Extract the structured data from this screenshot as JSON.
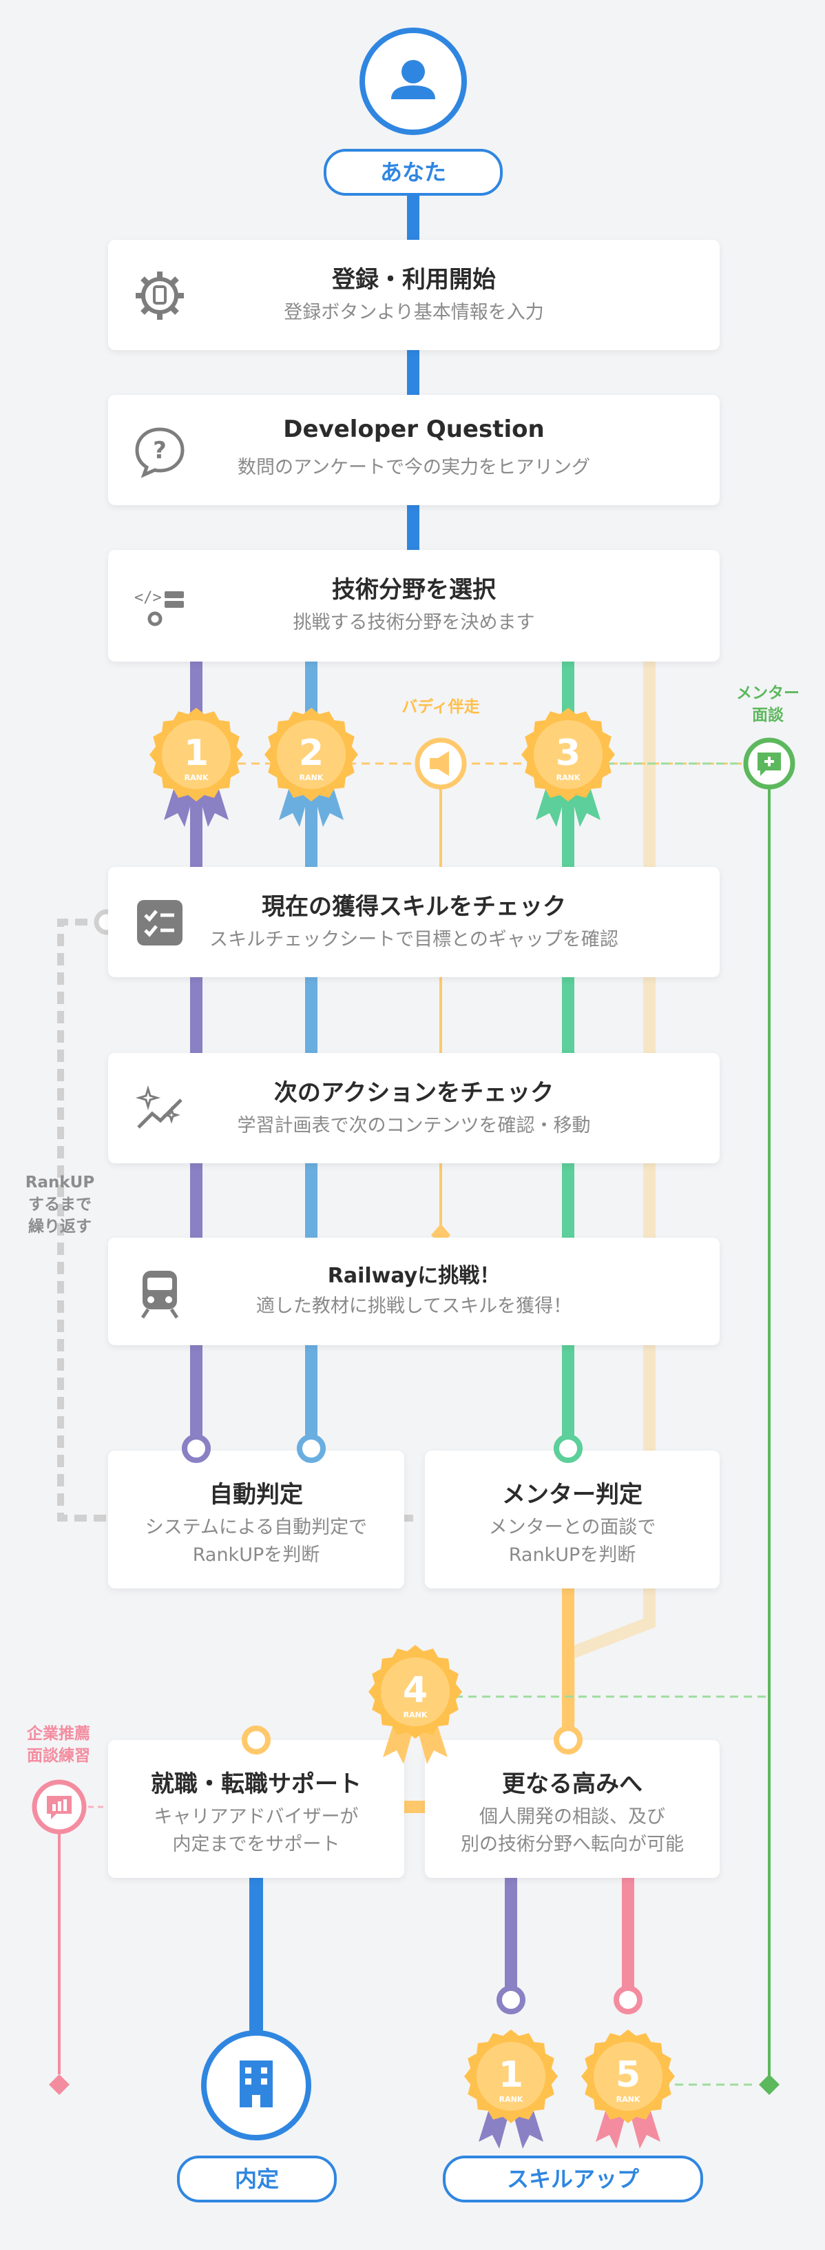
{
  "start": {
    "label": "あなた"
  },
  "cards": {
    "register": {
      "title": "登録・利用開始",
      "sub": "登録ボタンより基本情報を入力"
    },
    "question": {
      "title": "Developer Question",
      "sub": "数問のアンケートで今の実力をヒアリング"
    },
    "select": {
      "title": "技術分野を選択",
      "sub": "挑戦する技術分野を決めます"
    },
    "skillcheck": {
      "title": "現在の獲得スキルをチェック",
      "sub": "スキルチェックシートで目標とのギャップを確認"
    },
    "nextaction": {
      "title": "次のアクションをチェック",
      "sub": "学習計画表で次のコンテンツを確認・移動"
    },
    "railway": {
      "title": "Railwayに挑戦！",
      "sub": "適した教材に挑戦してスキルを獲得！"
    },
    "auto": {
      "title": "自動判定",
      "sub1": "システムによる自動判定で",
      "sub2": "RankUPを判断"
    },
    "mentorjudge": {
      "title": "メンター判定",
      "sub1": "メンターとの面談で",
      "sub2": "RankUPを判断"
    },
    "job": {
      "title": "就職・転職サポート",
      "sub1": "キャリアアドバイザーが",
      "sub2": "内定までをサポート"
    },
    "higher": {
      "title": "更なる高みへ",
      "sub1": "個人開発の相談、及び",
      "sub2": "別の技術分野へ転向が可能"
    }
  },
  "labels": {
    "buddy": "バディ伴走",
    "mentor1": "メンター",
    "mentor2": "面談",
    "loop1": "RankUP",
    "loop2": "するまで",
    "loop3": "繰り返す",
    "corp1": "企業推薦",
    "corp2": "面談練習"
  },
  "medals": {
    "rank_text": "RANK",
    "m1": "1",
    "m2": "2",
    "m3": "3",
    "m4": "4",
    "m1b": "1",
    "m5": "5"
  },
  "end": {
    "offer": "内定",
    "skillup": "スキルアップ"
  },
  "colors": {
    "blue": "#2f86e0",
    "purple": "#8a80c4",
    "lightblue": "#6aaee0",
    "green": "#5ccf9a",
    "yellow": "#ffc96b",
    "beige": "#f6e6c6",
    "mentorgreen": "#5cb85c",
    "pink": "#f48ca0",
    "gray": "#d0d0d0"
  }
}
